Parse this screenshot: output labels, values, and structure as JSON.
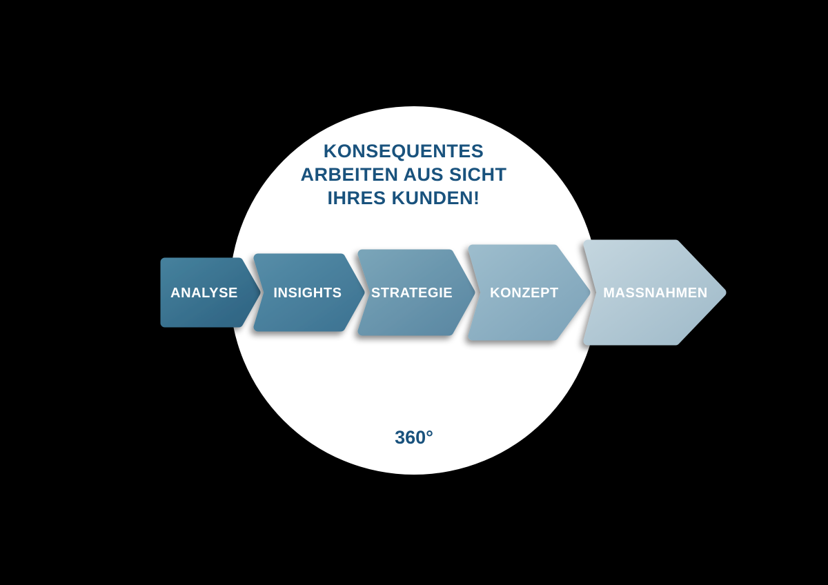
{
  "background_color": "#000000",
  "circle": {
    "fill": "#ffffff",
    "text_color": "#19527d",
    "headline_line1": "KONSEQUENTES",
    "headline_line2": "ARBEITEN AUS SICHT",
    "headline_line3": "IHRES KUNDEN!",
    "degree_label": "360°"
  },
  "step_label_color": "#ffffff",
  "steps": [
    {
      "label": "ANALYSE",
      "color_light": "#45809c",
      "color_dark": "#2e6382"
    },
    {
      "label": "INSIGHTS",
      "color_light": "#558ca7",
      "color_dark": "#3d7392"
    },
    {
      "label": "STRATEGIE",
      "color_light": "#79a4b8",
      "color_dark": "#5a87a2"
    },
    {
      "label": "KONZEPT",
      "color_light": "#9cbccc",
      "color_dark": "#7da3b9"
    },
    {
      "label": "MASSNAHMEN",
      "color_light": "#c3d5de",
      "color_dark": "#9fbac9"
    }
  ]
}
